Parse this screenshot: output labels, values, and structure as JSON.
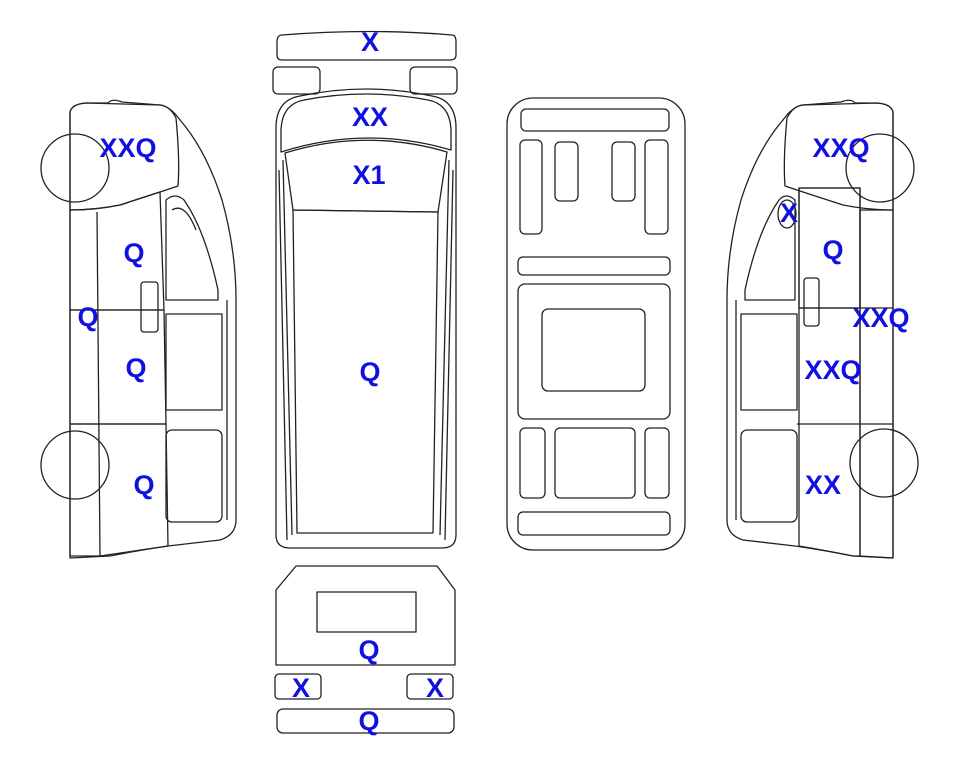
{
  "colors": {
    "damage_fill": "#F9A82C",
    "light_fill": "#DFF4FB",
    "outline": "#222222",
    "label": "#1010E0",
    "white": "#FFFFFF"
  },
  "labels": {
    "top_bumper": "X",
    "windshield": "XX",
    "roof_front": "X1",
    "roof_main": "Q",
    "rear_door": "Q",
    "rear_light_left": "X",
    "rear_light_right": "X",
    "rear_bumper": "Q",
    "left_front_panel": "XXQ",
    "left_door_upper": "Q",
    "left_pillar": "Q",
    "left_door_lower": "Q",
    "left_rear_panel": "Q",
    "right_front_panel": "XXQ",
    "right_mirror": "X",
    "right_door_upper": "Q",
    "right_pillar": "XXQ",
    "right_mid_panel": "XXQ",
    "right_rear_panel": "XX"
  }
}
